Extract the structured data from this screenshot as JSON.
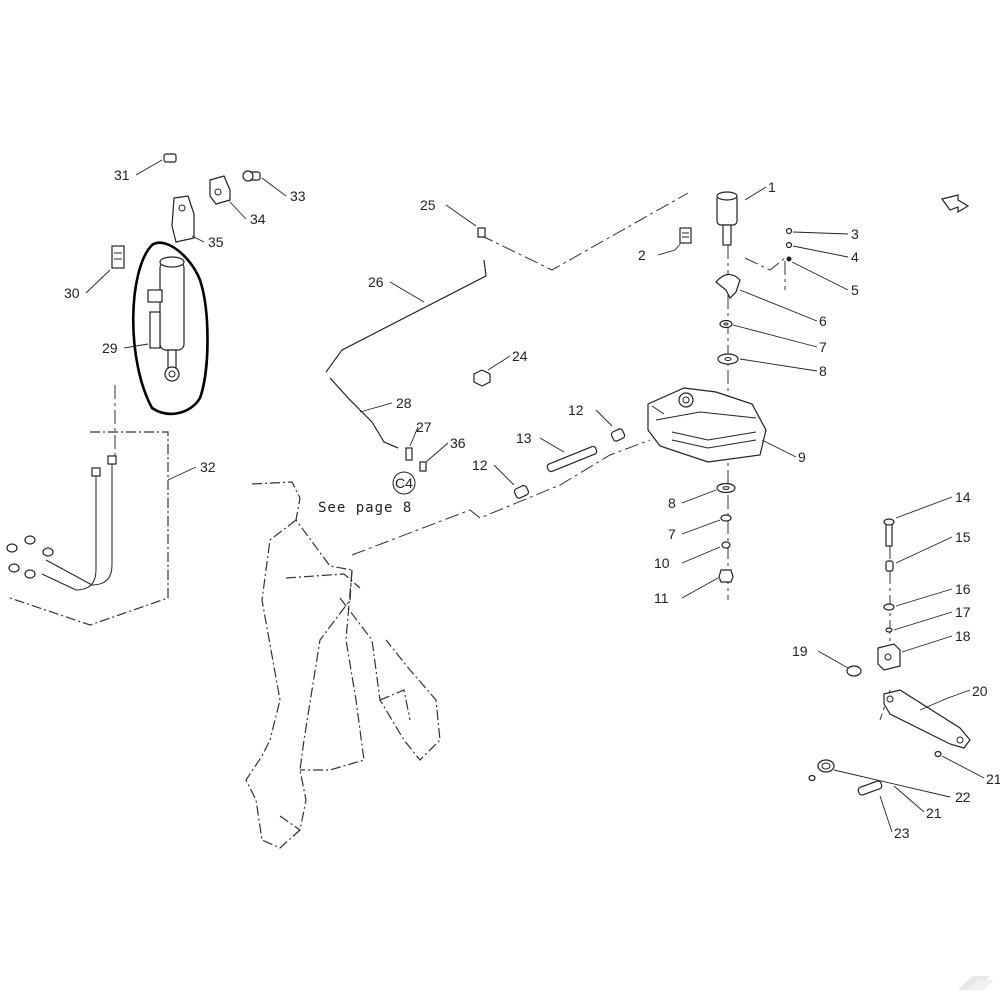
{
  "diagram": {
    "see_page_note": "See page 8",
    "circled_ref": "C4",
    "colors": {
      "ink": "#222222",
      "background": "#ffffff",
      "highlight": "#000000"
    },
    "highlighted_item": "29",
    "callouts": {
      "c1": "1",
      "c2": "2",
      "c3": "3",
      "c4": "4",
      "c5": "5",
      "c6": "6",
      "c7a": "7",
      "c7b": "7",
      "c8a": "8",
      "c8b": "8",
      "c9": "9",
      "c10": "10",
      "c11": "11",
      "c12a": "12",
      "c12b": "12",
      "c13": "13",
      "c14": "14",
      "c15": "15",
      "c16": "16",
      "c17": "17",
      "c18": "18",
      "c19": "19",
      "c20": "20",
      "c21a": "21",
      "c21b": "21",
      "c22": "22",
      "c23": "23",
      "c24": "24",
      "c25": "25",
      "c26": "26",
      "c27": "27",
      "c28": "28",
      "c29": "29",
      "c30": "30",
      "c31": "31",
      "c32": "32",
      "c33": "33",
      "c34": "34",
      "c35": "35",
      "c36": "36"
    },
    "icons": [
      "direction-arrow-icon",
      "brand-logo-icon"
    ]
  }
}
